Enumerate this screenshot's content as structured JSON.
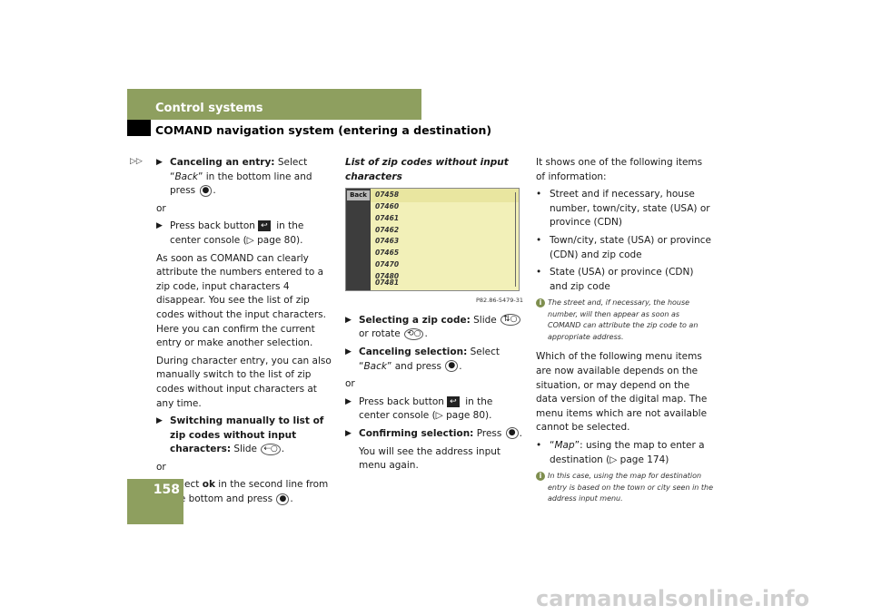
{
  "header": {
    "section": "Control systems",
    "subtitle": "COMAND navigation system (entering a destination)"
  },
  "page_number": "158",
  "continued_marker": "▷▷",
  "col1": {
    "s1_bold": "Canceling an entry:",
    "s1_text_a": " Select “",
    "s1_italic": "Back",
    "s1_text_b": "” in the bottom line and press",
    "s1_end": ".",
    "or1": "or",
    "s2_text_a": "Press back button",
    "s2_text_b": " in the center console (▷ page 80).",
    "para1": "As soon as COMAND can clearly attribute the numbers entered to a zip code, input characters 4 disappear. You see the list of zip codes without the input characters. Here you can confirm the current entry or make another selection.",
    "para2": "During character entry, you can also manually switch to the list of zip codes without input characters at any time.",
    "s3_bold": "Switching manually to list of zip codes without input characters:",
    "s3_text": " Slide",
    "or2": "or",
    "s4_text_a": "Select",
    "s4_ok": "ok",
    "s4_text_b": " in the second line from the bottom and press",
    "s4_end": "."
  },
  "col2": {
    "screen_title": "List of zip codes without input characters",
    "screen": {
      "back_label": "Back",
      "codes": [
        "07458",
        "07460",
        "07461",
        "07462",
        "07463",
        "07465",
        "07470",
        "07480",
        "07481"
      ]
    },
    "figure_ref": "P82.86-5479-31",
    "s1_bold": "Selecting a zip code:",
    "s1_text": " Slide",
    "s1_text_b": " or rotate",
    "s1_end": ".",
    "s2_bold": "Canceling selection:",
    "s2_text_a": " Select “",
    "s2_italic": "Back",
    "s2_text_b": "” and press",
    "s2_end": ".",
    "or1": "or",
    "s3_text_a": "Press back button",
    "s3_text_b": " in the center console (▷ page 80).",
    "s4_bold": "Confirming selection:",
    "s4_text": " Press",
    "s4_end": ".",
    "s4_follow": "You will see the address input menu again."
  },
  "col3": {
    "intro": "It shows one of the following items of information:",
    "bullets": [
      "Street and if necessary, house number, town/city, state (USA) or province (CDN)",
      "Town/city, state (USA) or province (CDN) and zip code",
      "State (USA) or province (CDN) and zip code"
    ],
    "info1": "The street and, if necessary, the house number, will then appear as soon as COMAND can attribute the zip code to an appropriate address.",
    "para": "Which of the following menu items are now available depends on the situation, or may depend on the data version of the digital map. The menu items which are not available cannot be selected.",
    "bullet_map_a": "“",
    "bullet_map_italic": "Map",
    "bullet_map_b": "”: using the map to enter a destination (▷ page 174)",
    "info2": "In this case, using the map for destination entry is based on the town or city seen in the address input menu."
  },
  "watermark": "carmanualsonline.info",
  "colors": {
    "band": "#8e9f5f",
    "screen_bg": "#f2f0b8",
    "screen_side": "#3d3d3d"
  }
}
